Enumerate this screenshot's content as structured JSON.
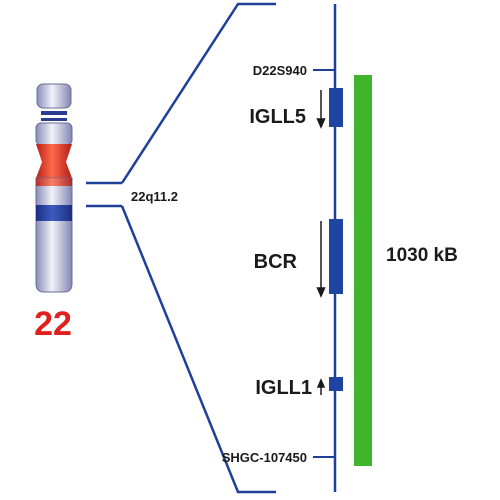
{
  "chromosome": {
    "number": "22",
    "band": "22q11.2"
  },
  "markers": {
    "top": "D22S940",
    "bottom": "SHGC-107450"
  },
  "genes": [
    {
      "name": "IGLL5",
      "strand": "down"
    },
    {
      "name": "BCR",
      "strand": "down"
    },
    {
      "name": "IGLL1",
      "strand": "up"
    }
  ],
  "region_size": "1030 kB",
  "colors": {
    "line": "#1f3f9a",
    "gene_block": "#1f45a3",
    "bar": "#3fb52a",
    "chromosome_number": "#e0201c",
    "centromere": "#e03a20"
  }
}
